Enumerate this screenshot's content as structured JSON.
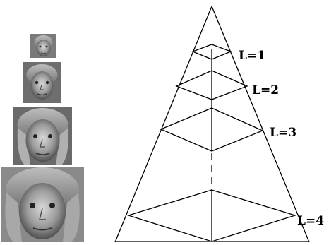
{
  "pyramid": {
    "levels": [
      {
        "label": "L=1"
      },
      {
        "label": "L=2"
      },
      {
        "label": "L=3"
      },
      {
        "label": "L=4"
      }
    ]
  },
  "face_thumbnails": {
    "count": 4,
    "description_icon": "face-photo-icon"
  }
}
